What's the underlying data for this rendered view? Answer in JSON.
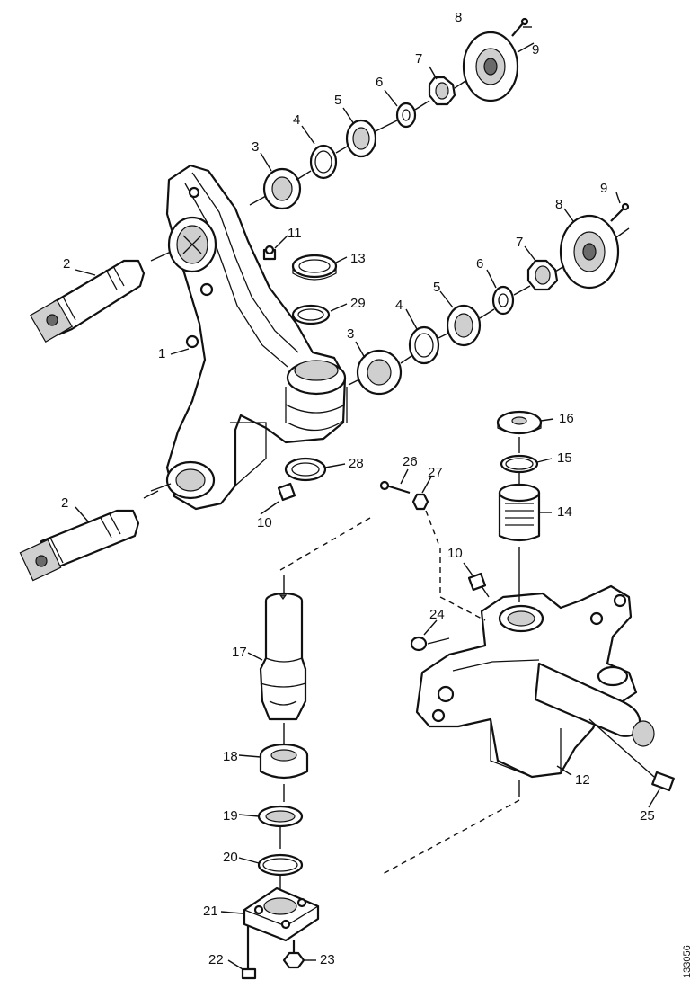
{
  "callouts": {
    "c1": "1",
    "c2a": "2",
    "c2b": "2",
    "c3a": "3",
    "c3b": "3",
    "c4a": "4",
    "c4b": "4",
    "c5a": "5",
    "c5b": "5",
    "c6a": "6",
    "c6b": "6",
    "c7a": "7",
    "c7b": "7",
    "c8a": "8",
    "c8b": "8",
    "c9a": "9",
    "c9b": "9",
    "c10a": "10",
    "c10b": "10",
    "c11": "11",
    "c12": "12",
    "c13": "13",
    "c14": "14",
    "c15": "15",
    "c16": "16",
    "c17": "17",
    "c18": "18",
    "c19": "19",
    "c20": "20",
    "c21": "21",
    "c22": "22",
    "c23": "23",
    "c24": "24",
    "c25": "25",
    "c26": "26",
    "c27": "27",
    "c28": "28",
    "c29": "29"
  },
  "doc_id": "133056"
}
